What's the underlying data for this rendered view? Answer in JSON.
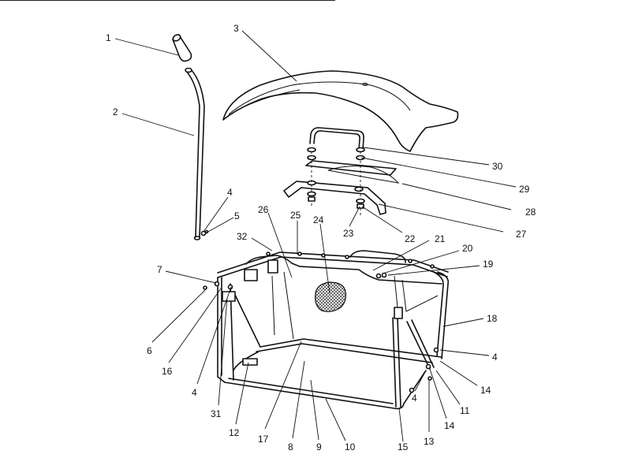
{
  "diagram": {
    "callouts": [
      {
        "id": "c1",
        "text": "1"
      },
      {
        "id": "c2",
        "text": "2"
      },
      {
        "id": "c3",
        "text": "3"
      },
      {
        "id": "c4a",
        "text": "4"
      },
      {
        "id": "c5",
        "text": "5"
      },
      {
        "id": "c26",
        "text": "26"
      },
      {
        "id": "c25",
        "text": "25"
      },
      {
        "id": "c24",
        "text": "24"
      },
      {
        "id": "c32",
        "text": "32"
      },
      {
        "id": "c7",
        "text": "7"
      },
      {
        "id": "c6",
        "text": "6"
      },
      {
        "id": "c16",
        "text": "16"
      },
      {
        "id": "c4b",
        "text": "4"
      },
      {
        "id": "c31",
        "text": "31"
      },
      {
        "id": "c12",
        "text": "12"
      },
      {
        "id": "c17",
        "text": "17"
      },
      {
        "id": "c8",
        "text": "8"
      },
      {
        "id": "c9",
        "text": "9"
      },
      {
        "id": "c10",
        "text": "10"
      },
      {
        "id": "c15",
        "text": "15"
      },
      {
        "id": "c13",
        "text": "13"
      },
      {
        "id": "c4c",
        "text": "4"
      },
      {
        "id": "c14a",
        "text": "14"
      },
      {
        "id": "c11",
        "text": "11"
      },
      {
        "id": "c14b",
        "text": "14"
      },
      {
        "id": "c4d",
        "text": "4"
      },
      {
        "id": "c18",
        "text": "18"
      },
      {
        "id": "c19",
        "text": "19"
      },
      {
        "id": "c20",
        "text": "20"
      },
      {
        "id": "c21",
        "text": "21"
      },
      {
        "id": "c22",
        "text": "22"
      },
      {
        "id": "c23",
        "text": "23"
      },
      {
        "id": "c27",
        "text": "27"
      },
      {
        "id": "c28",
        "text": "28"
      },
      {
        "id": "c29",
        "text": "29"
      },
      {
        "id": "c30",
        "text": "30"
      }
    ]
  }
}
